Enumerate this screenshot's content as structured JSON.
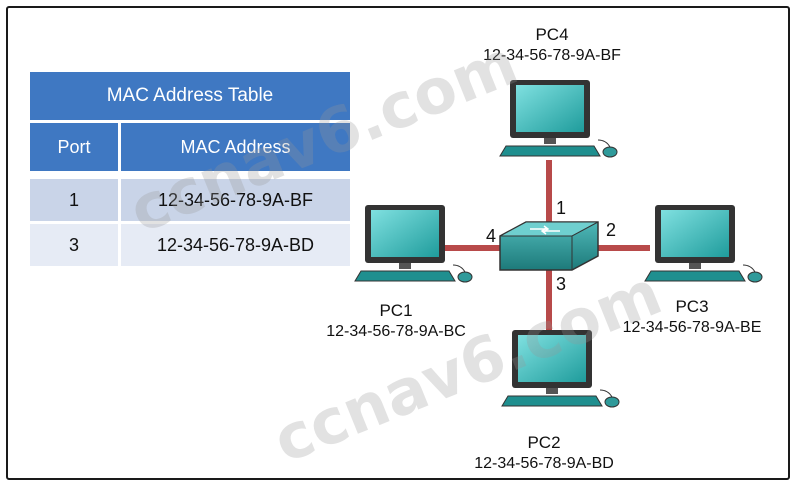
{
  "mac_table": {
    "title": "MAC Address Table",
    "col_port": "Port",
    "col_mac": "MAC Address",
    "rows": [
      {
        "port": "1",
        "mac": "12-34-56-78-9A-BF"
      },
      {
        "port": "3",
        "mac": "12-34-56-78-9A-BD"
      }
    ]
  },
  "pcs": {
    "pc4": {
      "name": "PC4",
      "mac": "12-34-56-78-9A-BF"
    },
    "pc1": {
      "name": "PC1",
      "mac": "12-34-56-78-9A-BC"
    },
    "pc3": {
      "name": "PC3",
      "mac": "12-34-56-78-9A-BE"
    },
    "pc2": {
      "name": "PC2",
      "mac": "12-34-56-78-9A-BD"
    }
  },
  "ports": {
    "p1": "1",
    "p2": "2",
    "p3": "3",
    "p4": "4"
  },
  "watermark": "ccnav6.com",
  "colors": {
    "link": "#b84a4a",
    "device": "#2f9a9a",
    "table_header": "#3f78c2"
  }
}
